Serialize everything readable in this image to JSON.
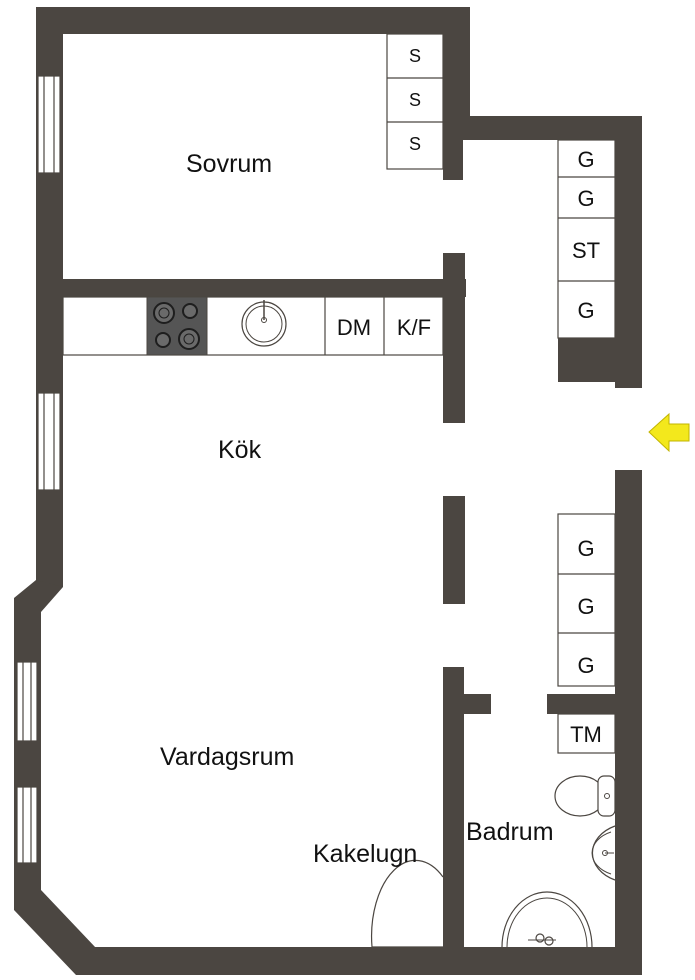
{
  "rooms": {
    "sovrum": "Sovrum",
    "kok": "Kök",
    "vardagsrum": "Vardagsrum",
    "kakelugn": "Kakelugn",
    "badrum": "Badrum"
  },
  "fixtures": {
    "shelves": [
      "S",
      "S",
      "S"
    ],
    "hall_upper": [
      "G",
      "G",
      "ST",
      "G"
    ],
    "kitchen_dm": "DM",
    "kitchen_kf": "K/F",
    "hall_lower": [
      "G",
      "G",
      "G"
    ],
    "washer": "TM"
  },
  "colors": {
    "wall": "#4b4641",
    "entrance_arrow": "#f3e81c",
    "stove": "#555555"
  }
}
